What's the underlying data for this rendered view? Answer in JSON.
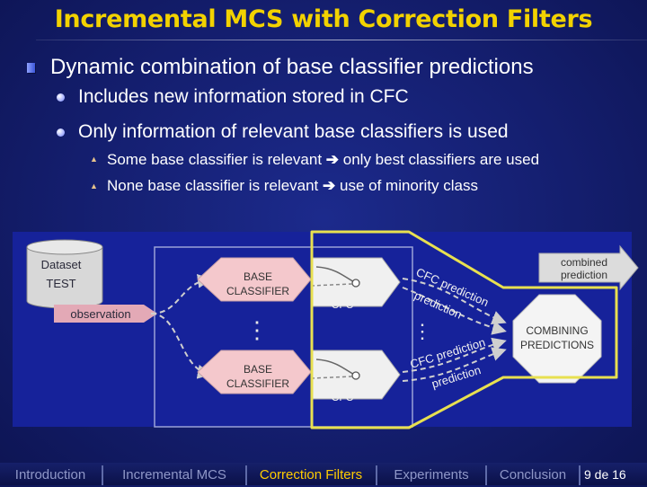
{
  "slide": {
    "title": "Incremental MCS with Correction Filters",
    "bullet_l1": "Dynamic combination of base classifier predictions",
    "bullets_l2": [
      "Includes new information stored in CFC",
      "Only information of relevant base classifiers is used"
    ],
    "bullets_l3": [
      {
        "before": "Some base classifier is relevant",
        "arrow": "➔",
        "after": "only best classifiers are used"
      },
      {
        "before": "None base classifier is relevant",
        "arrow": "➔",
        "after": "use of minority class"
      }
    ]
  },
  "diagram": {
    "dataset": "Dataset",
    "test": "TEST",
    "observation": "observation",
    "base_classifier_line1": "BASE",
    "base_classifier_line2": "CLASSIFIER",
    "cfc": "CFC",
    "ellipsis": "⋮",
    "cfc_prediction": "CFC prediction",
    "prediction": "prediction",
    "combining_line1": "COMBINING",
    "combining_line2": "PREDICTIONS",
    "combined_line1": "combined",
    "combined_line2": "prediction"
  },
  "footer": {
    "nav": [
      "Introduction",
      "Incremental MCS",
      "Correction Filters",
      "Experiments",
      "Conclusion"
    ],
    "active": "Correction Filters",
    "page": "9 de 16"
  },
  "colors": {
    "title": "#f2d200",
    "highlight": "#e8e050",
    "active_nav": "#ffcc00",
    "base_classifier_fill": "#f4c8cc"
  }
}
